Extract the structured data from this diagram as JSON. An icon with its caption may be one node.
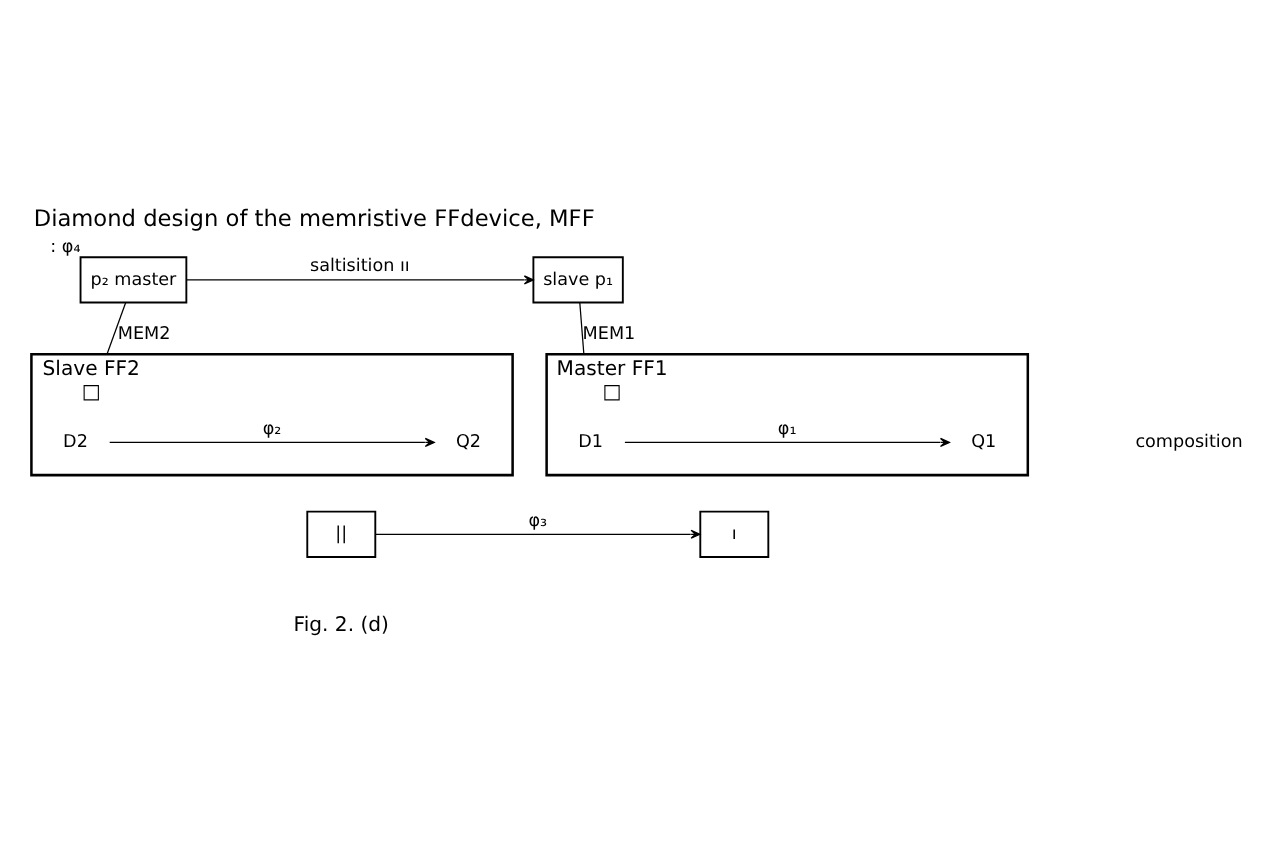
{
  "diagram": {
    "title": "Diamond design of the memristive FFdevice, MFF",
    "caption": "Fig. 2. (d)",
    "nodes": [
      {
        "text": [
          "slave p₁"
        ]
      },
      {
        "text": [
          "p₂ master"
        ],
        "beside": [
          ": φ₄"
        ]
      },
      {
        "text": [
          "Master FF1",
          "□"
        ]
      },
      {
        "text": [
          "D1"
        ],
        "in": 2
      },
      {
        "text": [
          "Q1"
        ],
        "in": 2
      },
      {
        "text": [
          "Slave FF2",
          "□"
        ]
      },
      {
        "text": [
          "D2"
        ],
        "in": 5
      },
      {
        "text": [
          "Q2"
        ],
        "in": 5
      },
      {
        "text": [
          "||"
        ]
      },
      {
        "text": [
          "ı"
        ]
      }
    ],
    "edges": [
      {
        "from": 1,
        "to": 0,
        "arrow": "to",
        "label": "saltisition ıı"
      },
      {
        "from": 0,
        "to": 2,
        "arrow": "none",
        "label": "MEM1"
      },
      {
        "from": 1,
        "to": 5,
        "arrow": "none",
        "label": "MEM2"
      },
      {
        "from": 3,
        "to": 4,
        "arrow": "to",
        "label": "φ₁"
      },
      {
        "from": 6,
        "to": 7,
        "arrow": "to",
        "label": "φ₂"
      },
      {
        "from": 8,
        "to": 9,
        "arrow": "to",
        "label": "φ₃"
      }
    ],
    "labels": [
      "composition"
    ]
  }
}
